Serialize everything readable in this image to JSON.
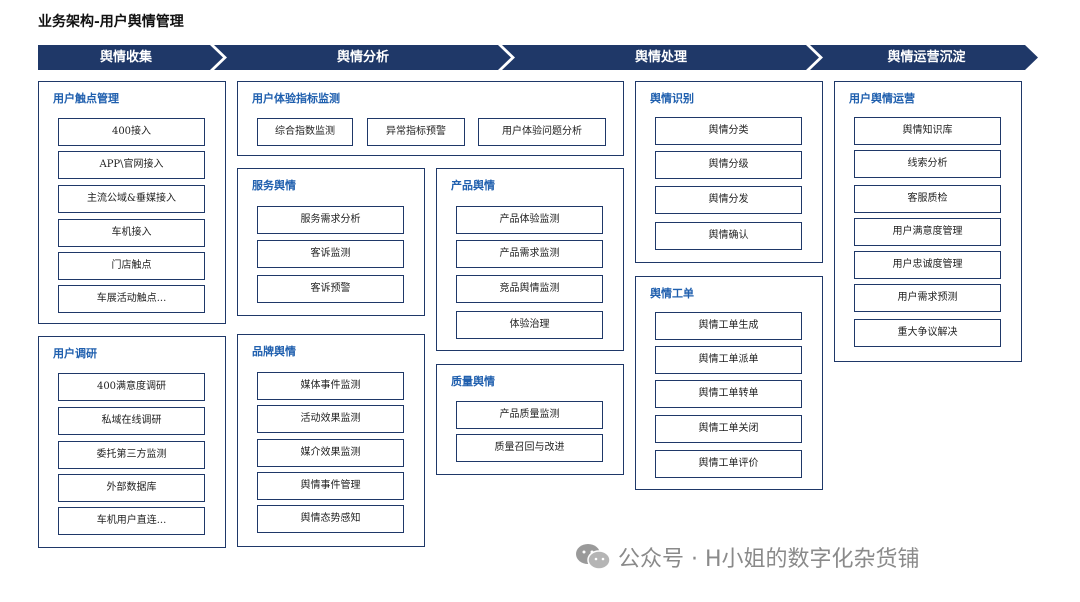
{
  "title": "业务架构-用户舆情管理",
  "phases": [
    "舆情收集",
    "舆情分析",
    "舆情处理",
    "舆情运营沉淀"
  ],
  "panels": {
    "touchpoint": {
      "title": "用户触点管理",
      "items": [
        "400接入",
        "APP\\官网接入",
        "主流公域&垂媒接入",
        "车机接入",
        "门店触点",
        "车展活动触点..."
      ]
    },
    "survey": {
      "title": "用户调研",
      "items": [
        "400满意度调研",
        "私域在线调研",
        "委托第三方监测",
        "外部数据库",
        "车机用户直连..."
      ]
    },
    "experience": {
      "title": "用户体验指标监测",
      "items": [
        "综合指数监测",
        "异常指标预警",
        "用户体验问题分析"
      ]
    },
    "service": {
      "title": "服务舆情",
      "items": [
        "服务需求分析",
        "客诉监测",
        "客诉预警"
      ]
    },
    "brand": {
      "title": "品牌舆情",
      "items": [
        "媒体事件监测",
        "活动效果监测",
        "媒介效果监测",
        "舆情事件管理",
        "舆情态势感知"
      ]
    },
    "product": {
      "title": "产品舆情",
      "items": [
        "产品体验监测",
        "产品需求监测",
        "竞品舆情监测",
        "体验治理"
      ]
    },
    "quality": {
      "title": "质量舆情",
      "items": [
        "产品质量监测",
        "质量召回与改进"
      ]
    },
    "identify": {
      "title": "舆情识别",
      "items": [
        "舆情分类",
        "舆情分级",
        "舆情分发",
        "舆情确认"
      ]
    },
    "ticket": {
      "title": "舆情工单",
      "items": [
        "舆情工单生成",
        "舆情工单派单",
        "舆情工单转单",
        "舆情工单关闭",
        "舆情工单评价"
      ]
    },
    "operation": {
      "title": "用户舆情运营",
      "items": [
        "舆情知识库",
        "线索分析",
        "客服质检",
        "用户满意度管理",
        "用户忠诚度管理",
        "用户需求预测",
        "重大争议解决"
      ]
    }
  },
  "watermark": "公众号 · H小姐的数字化杂货铺",
  "colors": {
    "phase": "#1f3868",
    "border": "#1f3868",
    "panel_title": "#1f5fae"
  }
}
